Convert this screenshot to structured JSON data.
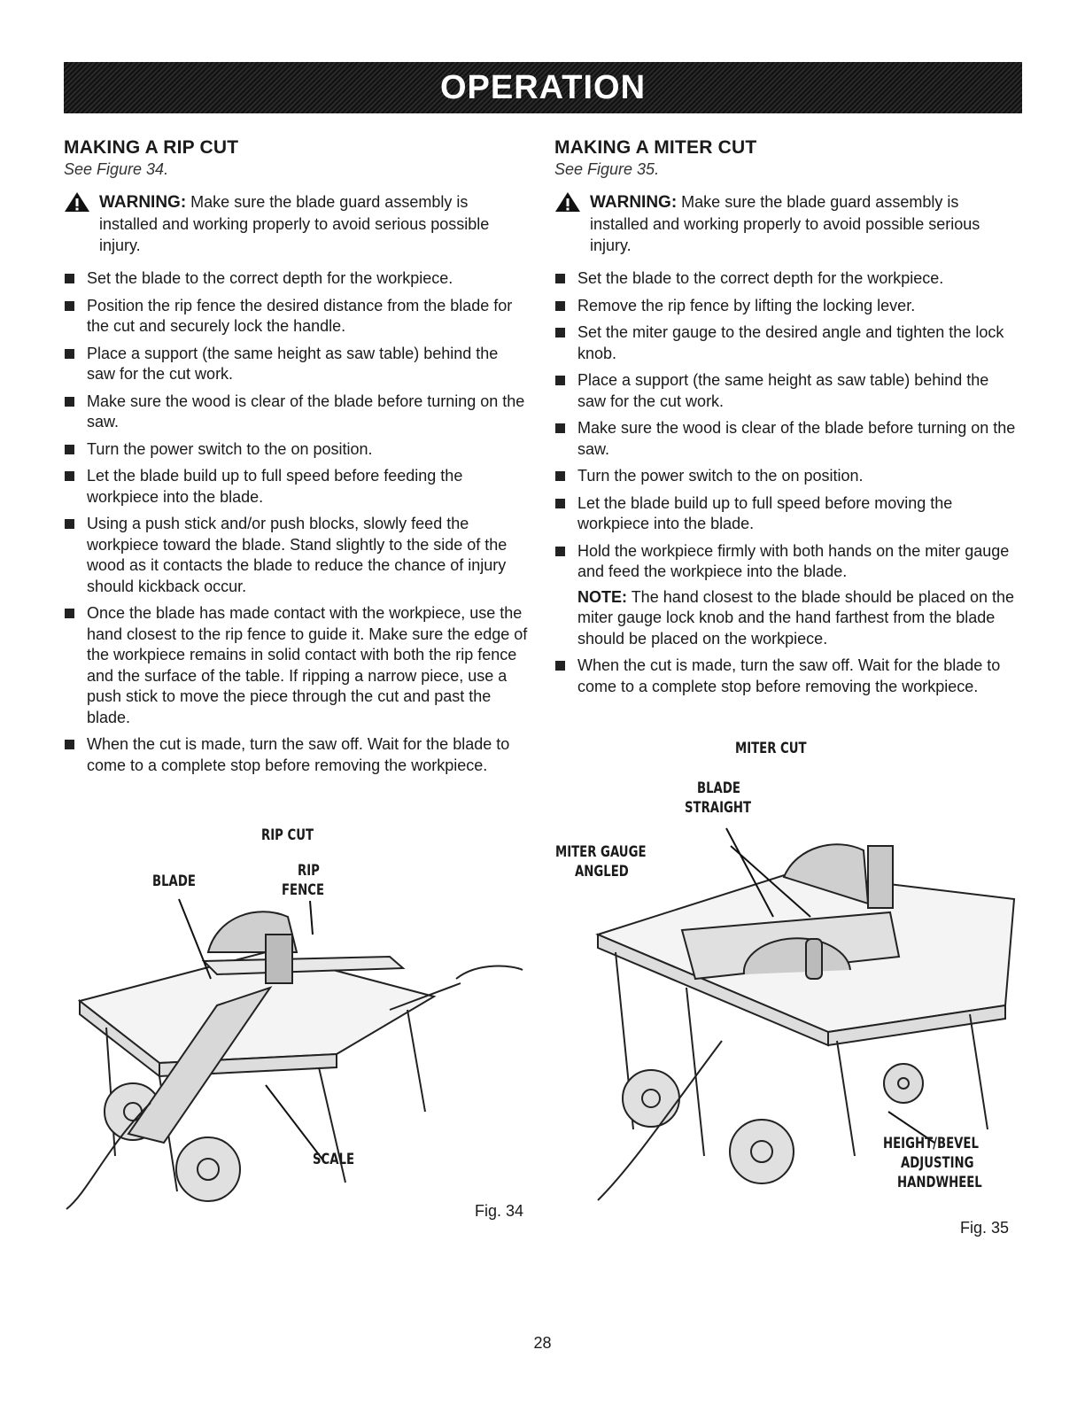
{
  "header": {
    "title": "OPERATION"
  },
  "left": {
    "heading": "MAKING A RIP CUT",
    "see": "See Figure 34.",
    "warning_label": "WARNING:",
    "warning_text": "Make sure the blade guard assembly is installed and working properly to avoid serious possible injury.",
    "bullets": [
      "Set the blade to the correct depth for the workpiece.",
      "Position the rip fence the desired distance from the blade for the cut and securely lock the handle.",
      "Place a support (the same height as saw table) behind the saw for the cut work.",
      "Make sure the wood is clear of the blade before turning on the saw.",
      "Turn the power switch to the on position.",
      "Let the blade build up to full speed before feeding the workpiece into the blade.",
      "Using a push stick and/or push blocks, slowly feed the workpiece toward the blade. Stand slightly to the side of the wood as it contacts the blade to reduce the chance of injury should kickback occur.",
      "Once the blade has made contact with the workpiece, use the hand closest to the rip fence to guide it. Make sure the edge of the workpiece remains in solid contact with both the rip fence and the surface of the table. If ripping a narrow piece, use a push stick to move the piece through the cut and past the blade.",
      "When the cut is made, turn the saw off. Wait for the blade to come to a complete stop before removing the workpiece."
    ],
    "figure": {
      "title": "RIP CUT",
      "label_blade": "BLADE",
      "label_fence_1": "RIP",
      "label_fence_2": "FENCE",
      "label_scale": "SCALE",
      "caption": "Fig. 34"
    }
  },
  "right": {
    "heading": "MAKING A MITER CUT",
    "see": "See Figure 35.",
    "warning_label": "WARNING:",
    "warning_text": "Make sure the blade guard assembly is installed and working properly to avoid possible serious injury.",
    "bullets": [
      "Set the blade to the correct depth for the workpiece.",
      "Remove the rip fence by lifting the locking lever.",
      "Set the miter gauge to the desired angle and tighten the lock knob.",
      "Place a support (the same height as saw table) behind the saw for the cut work.",
      "Make sure the wood is clear of the blade before turning on the saw.",
      "Turn the power switch to the on position.",
      "Let the blade build up to full speed before moving the workpiece into the blade.",
      "Hold the workpiece firmly with both hands on the miter gauge and feed the workpiece into the blade."
    ],
    "note_label": "NOTE:",
    "note_text": "The hand closest to the blade should be placed on the miter gauge lock knob and the hand farthest from the blade should be placed on the workpiece.",
    "last_bullet": "When the cut is made, turn the saw off. Wait for the blade to come to a complete stop before removing the workpiece.",
    "figure": {
      "title": "MITER CUT",
      "label_blade_1": "BLADE",
      "label_blade_2": "STRAIGHT",
      "label_gauge_1": "MITER GAUGE",
      "label_gauge_2": "ANGLED",
      "label_wheel_1": "HEIGHT/BEVEL",
      "label_wheel_2": "ADJUSTING",
      "label_wheel_3": "HANDWHEEL",
      "caption": "Fig. 35"
    }
  },
  "page_number": "28"
}
